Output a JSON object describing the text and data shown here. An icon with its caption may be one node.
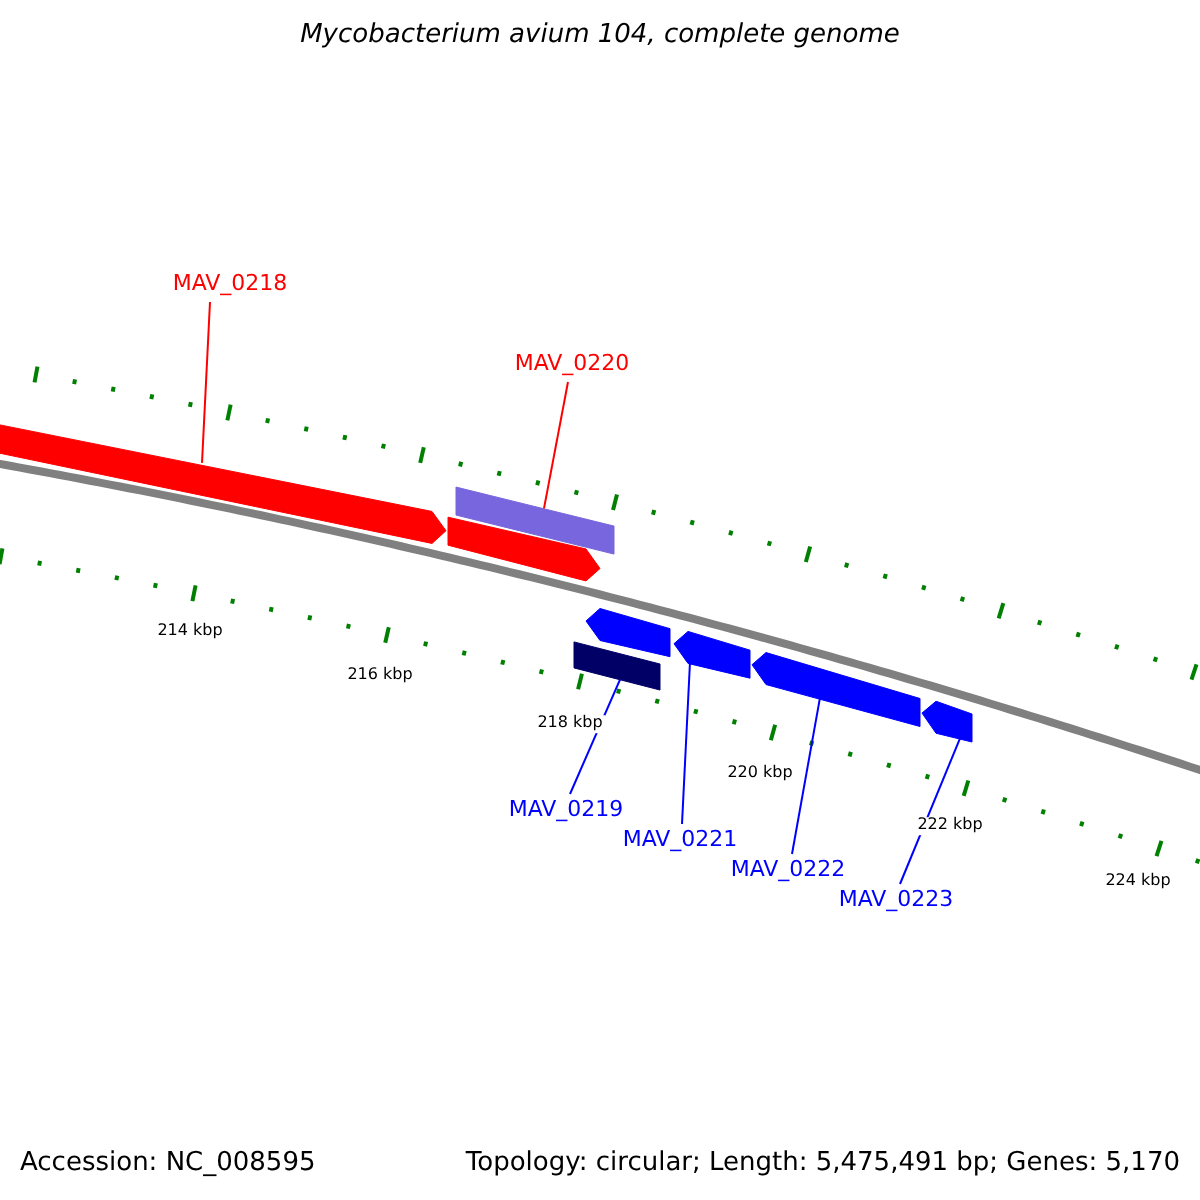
{
  "diagram": {
    "title": "Mycobacterium avium 104, complete genome",
    "nodes": [
      {
        "text": [
          "MAV_0218"
        ]
      },
      {
        "text": [
          "MAV_0220"
        ]
      },
      {
        "text": [],
        "shape": "arrow"
      },
      {
        "text": [],
        "shape": "bar"
      },
      {
        "text": [],
        "shape": "arrow"
      },
      {
        "text": [],
        "shape": "arrow"
      },
      {
        "text": [],
        "shape": "bar"
      },
      {
        "text": [],
        "shape": "arrow"
      },
      {
        "text": [],
        "shape": "arrow"
      },
      {
        "text": [],
        "shape": "arrow"
      },
      {
        "text": [
          "MAV_0219"
        ]
      },
      {
        "text": [
          "MAV_0221"
        ]
      },
      {
        "text": [
          "MAV_0222"
        ]
      },
      {
        "text": [
          "MAV_0223"
        ]
      }
    ],
    "edges": [
      {
        "from": 0,
        "to": 2,
        "arrow": "none",
        "color": "#ff0000"
      },
      {
        "from": 1,
        "to": 3,
        "arrow": "none",
        "color": "#ff0000"
      },
      {
        "from": 10,
        "to": 6,
        "arrow": "none"
      },
      {
        "from": 11,
        "to": 7,
        "arrow": "none"
      },
      {
        "from": 12,
        "to": 8,
        "arrow": "none"
      },
      {
        "from": 13,
        "to": 9,
        "arrow": "none"
      }
    ],
    "labels": [
      "214 kbp",
      "216 kbp",
      "218 kbp",
      "220 kbp",
      "222 kbp",
      "224 kbp",
      "Accession: NC_008595",
      "Topology: circular; Length: 5,475,491 bp; Genes: 5,170"
    ]
  }
}
